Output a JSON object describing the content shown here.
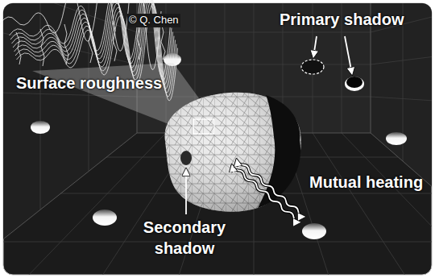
{
  "diagram": {
    "labels": [
      "© Q. Chen",
      "Surface roughness",
      "Primary shadow",
      "Mutual heating",
      "Secondary shadow"
    ]
  }
}
